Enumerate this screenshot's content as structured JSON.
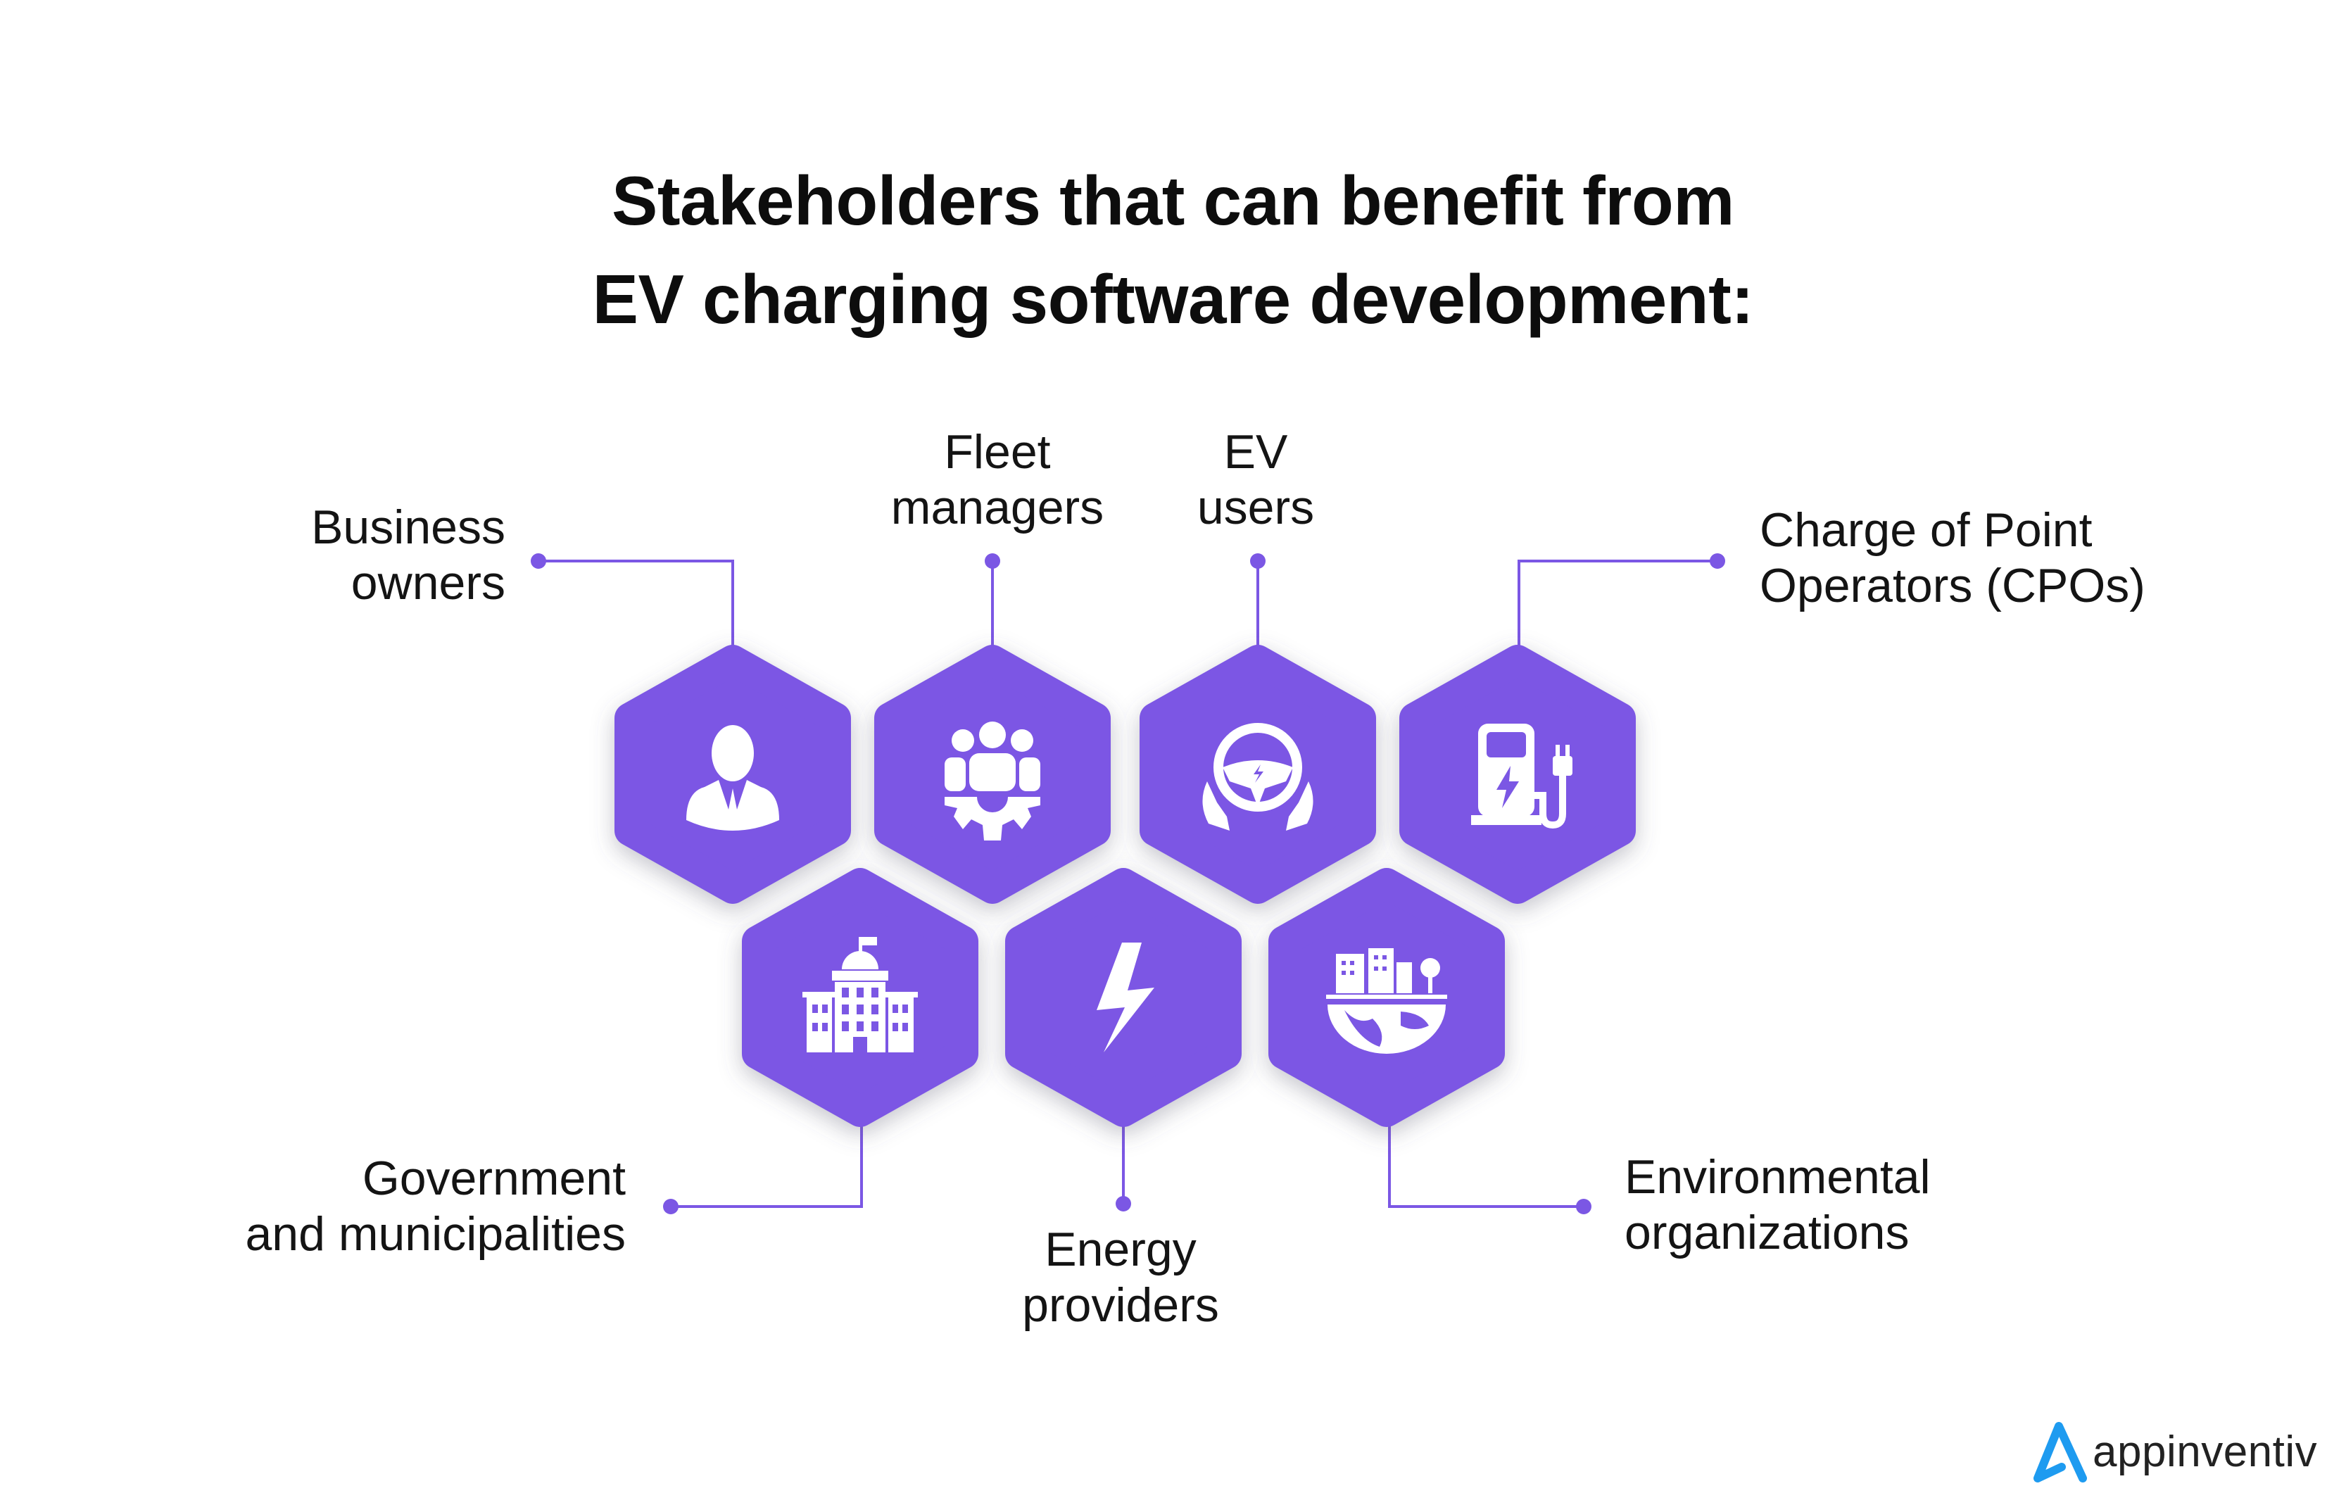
{
  "title": {
    "line1": "Stakeholders that can benefit from",
    "line2": "EV charging software development:"
  },
  "colors": {
    "hexagon": "#7B57E4",
    "connector": "#7B57E4",
    "logo_accent": "#1E9BF0"
  },
  "stakeholders": [
    {
      "line1": "Business",
      "line2": "owners",
      "icon": "businessman-icon"
    },
    {
      "line1": "Fleet",
      "line2": "managers",
      "icon": "team-gear-icon"
    },
    {
      "line1": "EV",
      "line2": "users",
      "icon": "steering-wheel-icon"
    },
    {
      "line1": "Charge of Point",
      "line2": "Operators (CPOs)",
      "icon": "charging-station-icon"
    },
    {
      "line1": "Government",
      "line2": "and municipalities",
      "icon": "government-building-icon"
    },
    {
      "line1": "Energy",
      "line2": "providers",
      "icon": "lightning-bolt-icon"
    },
    {
      "line1": "Environmental",
      "line2": "organizations",
      "icon": "eco-city-globe-icon"
    }
  ],
  "logo": {
    "text": "appinventiv"
  }
}
